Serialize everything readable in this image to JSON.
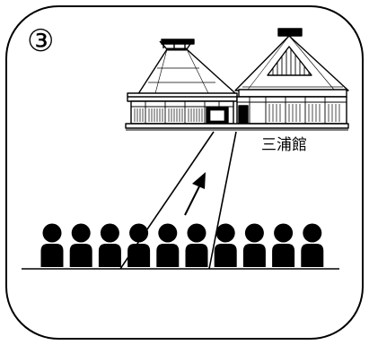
{
  "panel": {
    "step_number": "③",
    "building_label": "三浦館",
    "people_count": 10
  },
  "icons": {
    "building": "thatched-roof-japanese-house-illustration",
    "person": "person-silhouette-icon",
    "arrow": "up-right-arrow-icon"
  },
  "colors": {
    "ink": "#000000",
    "background": "#ffffff"
  }
}
